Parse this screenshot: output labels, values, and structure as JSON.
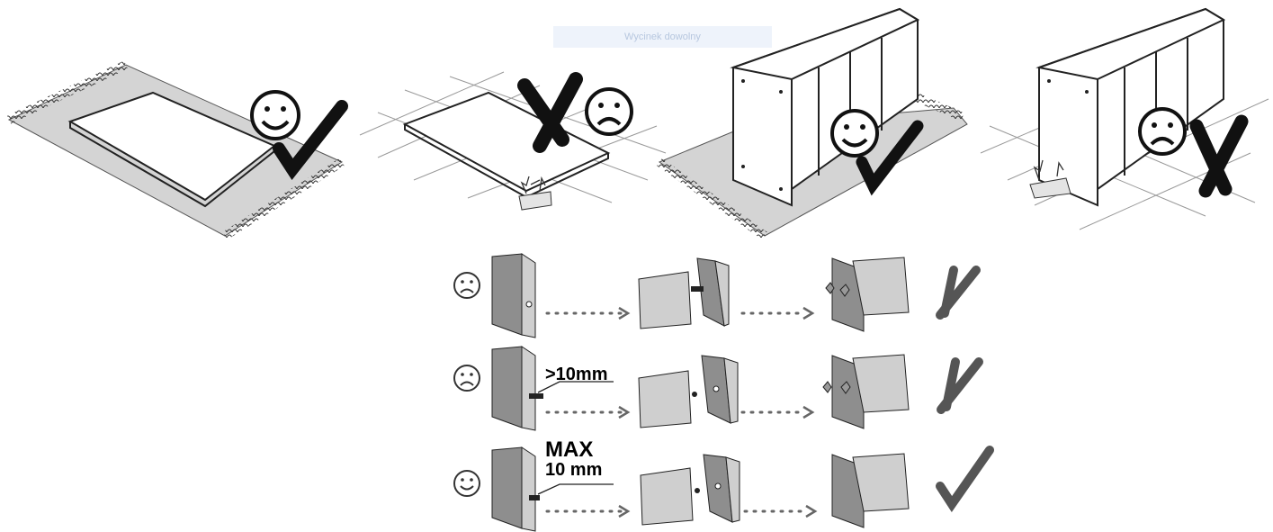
{
  "tooltip": {
    "text": "Wycinek dowolny"
  },
  "labels": {
    "gt_10mm": ">10mm",
    "max": "MAX",
    "max_10mm": "10 mm"
  },
  "icons": {
    "smiley": "smiley-face-icon",
    "frowny": "frowny-face-icon",
    "check": "check-mark-icon",
    "cross": "cross-mark-icon"
  },
  "colors": {
    "panel_gray": "#cfcfcf",
    "panel_dark": "#8e8e8e",
    "rug_gray": "#d4d4d4",
    "mark_dark": "#222222",
    "mark_gray": "#555555"
  }
}
